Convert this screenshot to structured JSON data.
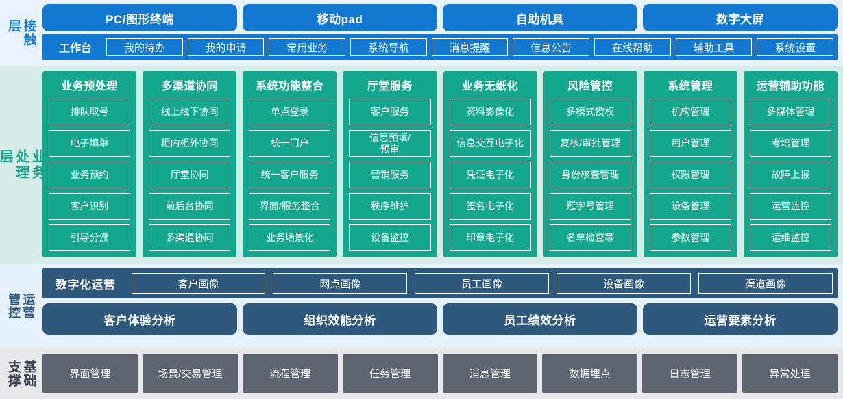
{
  "layers": {
    "touch": {
      "label": "接触\n层",
      "channels": [
        "PC/图形终端",
        "移动pad",
        "自助机具",
        "数字大屏"
      ],
      "workbench_title": "工作台",
      "workbench_items": [
        "我的待办",
        "我的申请",
        "常用业务",
        "系统导航",
        "消息提醒",
        "信息公告",
        "在线帮助",
        "辅助工具",
        "系统设置"
      ]
    },
    "business": {
      "label": "业务\n处理\n层",
      "columns": [
        {
          "title": "业务预处理",
          "items": [
            "排队取号",
            "电子填单",
            "业务预约",
            "客户识别",
            "引导分流"
          ]
        },
        {
          "title": "多渠道协同",
          "items": [
            "线上线下协同",
            "柜内柜外协同",
            "厅堂协同",
            "前后台协同",
            "多渠道协同"
          ]
        },
        {
          "title": "系统功能整合",
          "items": [
            "单点登录",
            "统一门户",
            "统一客户服务",
            "界面/服务整合",
            "业务场景化"
          ]
        },
        {
          "title": "厅堂服务",
          "items": [
            "客户服务",
            "信息预填/\n预审",
            "营销服务",
            "秩序维护",
            "设备监控"
          ]
        },
        {
          "title": "业务无纸化",
          "items": [
            "资料影像化",
            "信息交互电子化",
            "凭证电子化",
            "签名电子化",
            "印章电子化"
          ]
        },
        {
          "title": "风险管控",
          "items": [
            "多模式授权",
            "复核/审批管理",
            "身份核查管理",
            "冠字号管理",
            "名单检查等"
          ]
        },
        {
          "title": "系统管理",
          "items": [
            "机构管理",
            "用户管理",
            "权限管理",
            "设备管理",
            "参数管理"
          ]
        },
        {
          "title": "运营辅助功能",
          "items": [
            "多媒体管理",
            "考培管理",
            "故障上报",
            "运营监控",
            "运维监控"
          ]
        }
      ]
    },
    "operations": {
      "label": "运营\n管控",
      "digital_title": "数字化运营",
      "portraits": [
        "客户画像",
        "网点画像",
        "员工画像",
        "设备画像",
        "渠道画像"
      ],
      "analytics": [
        "客户体验分析",
        "组织效能分析",
        "员工绩效分析",
        "运营要素分析"
      ]
    },
    "foundation": {
      "label": "基础\n支撑",
      "items": [
        "界面管理",
        "场景/交易管理",
        "流程管理",
        "任务管理",
        "消息管理",
        "数据埋点",
        "日志管理",
        "异常处理"
      ]
    }
  },
  "colors": {
    "touch_band_bg": "#e9f3fd",
    "touch_blue": "#1278d2",
    "business_band_bg": "#d5ece6",
    "business_teal": "#13a88e",
    "operations_band_bg": "#e5f1fb",
    "operations_steel": "#2f587d",
    "foundation_band_bg": "#e8e8ea",
    "foundation_gray": "#5d6570"
  }
}
